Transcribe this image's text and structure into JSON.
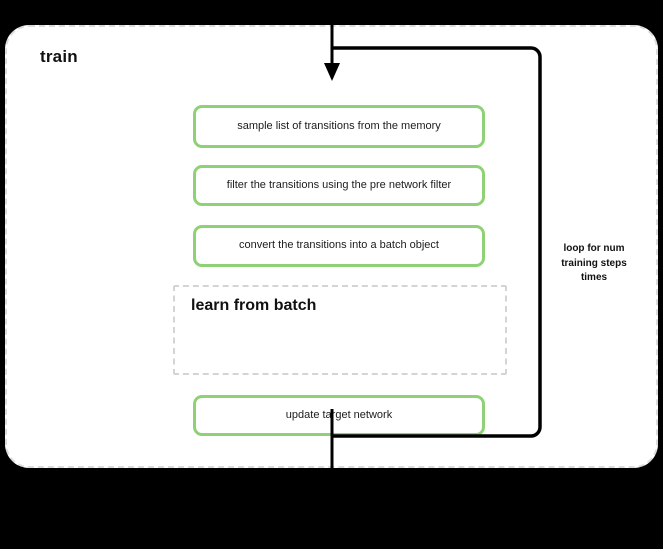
{
  "diagram": {
    "title": "train",
    "background_color": "#000000",
    "container": {
      "label": "train",
      "border_style": "dashed",
      "border_color": "#dcdcdc",
      "fill_color": "#ffffff"
    },
    "accent_color": "#8fd176",
    "steps": [
      {
        "id": "sample",
        "label": "sample list of transitions from the memory"
      },
      {
        "id": "filter",
        "label": "filter the transitions using the pre network filter"
      },
      {
        "id": "convert",
        "label": "convert the transitions into a batch object"
      },
      {
        "id": "update",
        "label": "update target network"
      }
    ],
    "subprocess": {
      "label": "learn from batch",
      "border_style": "dashed",
      "border_color": "#d4d4d4"
    },
    "loop": {
      "caption_line1": "loop for num",
      "caption_line2": "training steps",
      "caption_line3": "times",
      "color": "#000000"
    },
    "connectors": {
      "entry_arrow": "arrow-down-icon",
      "exit_line": "line-down-icon"
    }
  }
}
